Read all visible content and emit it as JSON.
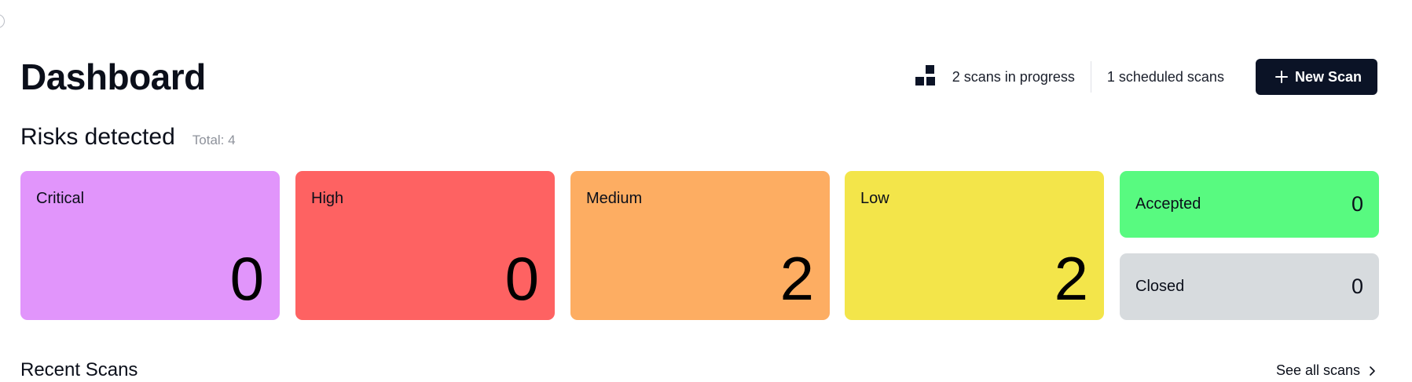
{
  "header": {
    "title": "Dashboard",
    "scans_in_progress": "2 scans in progress",
    "scheduled_scans": "1 scheduled scans",
    "new_scan_label": "New Scan",
    "status_icon": "blocks-icon",
    "button_icon": "plus-icon"
  },
  "risks": {
    "title": "Risks detected",
    "total": "Total: 4",
    "cards": [
      {
        "label": "Critical",
        "value": "0",
        "color": "#e195fb"
      },
      {
        "label": "High",
        "value": "0",
        "color": "#fe6262"
      },
      {
        "label": "Medium",
        "value": "2",
        "color": "#fdad62"
      },
      {
        "label": "Low",
        "value": "2",
        "color": "#f3e54a"
      }
    ],
    "accepted": {
      "label": "Accepted",
      "value": "0",
      "color": "#58fa80"
    },
    "closed": {
      "label": "Closed",
      "value": "0",
      "color": "#d7dbde"
    }
  },
  "recent": {
    "title": "Recent Scans",
    "see_all_label": "See all scans",
    "see_all_icon": "chevron-right-icon"
  },
  "colors": {
    "primary_button": "#0b1326",
    "muted_text": "#8e929b"
  }
}
